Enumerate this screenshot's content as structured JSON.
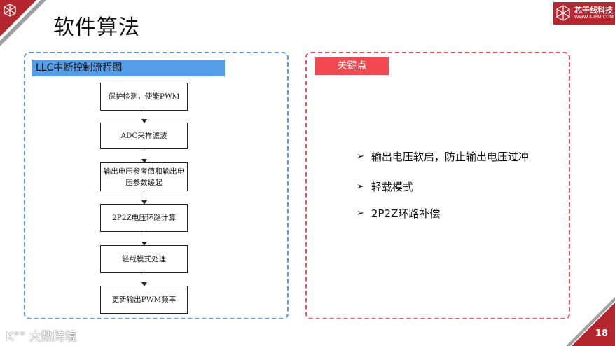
{
  "title": "软件算法",
  "left_panel": {
    "header": "LLC中断控制流程图",
    "steps": [
      "保护检测，使能PWM",
      "ADC采样滤波",
      "输出电压参考值和输出电压参数缓起",
      "2P2Z电压环路计算",
      "轻载模式处理",
      "更新输出PWM频率"
    ]
  },
  "right_panel": {
    "header": "关键点",
    "bullets": [
      "输出电压软启，防止输出电压过冲",
      "轻载模式",
      "2P2Z环路补偿"
    ],
    "bullet_icon": "arrowhead-bullet"
  },
  "logo": {
    "name": "芯干线科技",
    "url_text": "WWW.X-IPM.COM"
  },
  "watermark": "大数跨境",
  "page_number": "18",
  "colors": {
    "blue": "#5b9bd5",
    "red": "#e8505b",
    "brand_red": "#b5262f"
  }
}
